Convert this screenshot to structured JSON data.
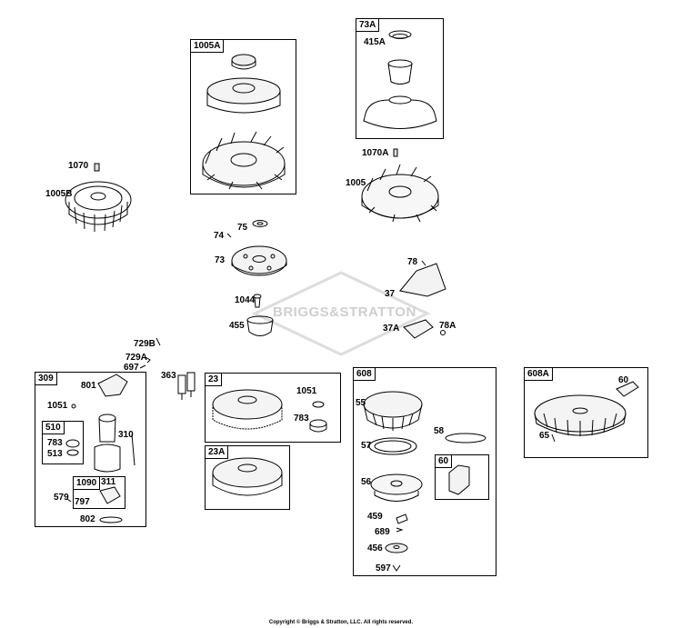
{
  "diagram": {
    "watermark": "BRIGGS&STRATTON",
    "copyright": "Copyright © Briggs & Stratton, LLC. All rights reserved.",
    "boxes": {
      "b1005a": "1005A",
      "b73a": "73A",
      "b309": "309",
      "b510": "510",
      "b1090": "1090",
      "b23": "23",
      "b23a": "23A",
      "b608": "608",
      "b60": "60",
      "b608a": "608A"
    },
    "labels": {
      "l415a": "415A",
      "l1070a": "1070A",
      "l1005": "1005",
      "l1070": "1070",
      "l1005b": "1005B",
      "l75": "75",
      "l74": "74",
      "l73": "73",
      "l1044": "1044",
      "l455": "455",
      "l78": "78",
      "l37": "37",
      "l37a": "37A",
      "l78a": "78A",
      "l729b": "729B",
      "l729a": "729A",
      "l697": "697",
      "l363": "363",
      "l801": "801",
      "l1051a": "1051",
      "l310": "310",
      "l783a": "783",
      "l513": "513",
      "l311": "311",
      "l579": "579",
      "l797": "797",
      "l802": "802",
      "l1051b": "1051",
      "l783b": "783",
      "l55": "55",
      "l58": "58",
      "l57": "57",
      "l56": "56",
      "l459": "459",
      "l689": "689",
      "l456": "456",
      "l597": "597",
      "l60b": "60",
      "l65": "65"
    }
  }
}
